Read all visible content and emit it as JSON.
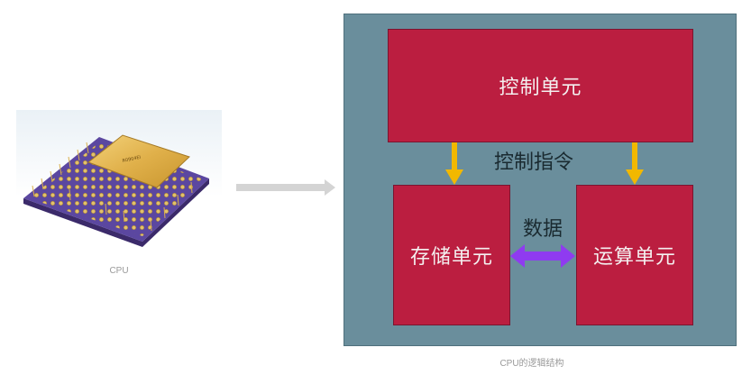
{
  "left_figure": {
    "image": "cpu-chip-photo",
    "caption": "CPU"
  },
  "transition_arrow": {
    "icon": "right-arrow-icon",
    "color": "#d0d0d0"
  },
  "diagram": {
    "background": "#6a8e9c",
    "unit_color": "#bb1e40",
    "control_unit": {
      "label": "控制单元"
    },
    "control_signal_label": "控制指令",
    "storage_unit": {
      "label": "存储单元"
    },
    "data_label": "数据",
    "arithmetic_unit": {
      "label": "运算单元"
    },
    "control_arrow_color": "#f2b800",
    "data_arrow_color": "#8f3bf0",
    "caption": "CPU的逻辑结构"
  }
}
